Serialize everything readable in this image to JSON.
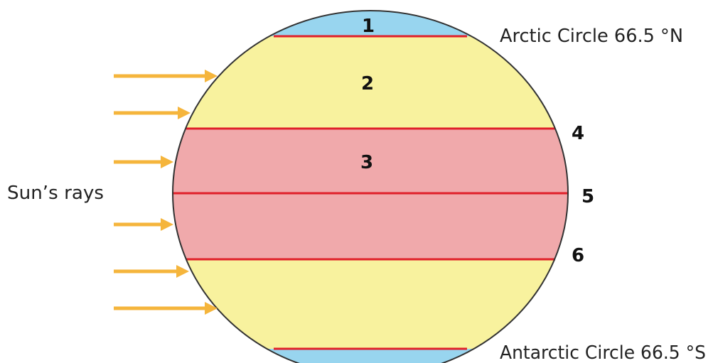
{
  "labels": {
    "sun_rays": "Sun’s rays",
    "arctic": "Arctic Circle 66.5 °N",
    "antarctic": "Antarctic Circle 66.5 °S"
  },
  "zone_numbers": [
    "1",
    "2",
    "3",
    "4",
    "5",
    "6"
  ],
  "colors": {
    "polar": "#98d5ef",
    "temperate": "#f8f29e",
    "tropical": "#f0a9ab",
    "lines": "#e0202a",
    "outline": "#333333",
    "arrows": "#f5b53c"
  }
}
